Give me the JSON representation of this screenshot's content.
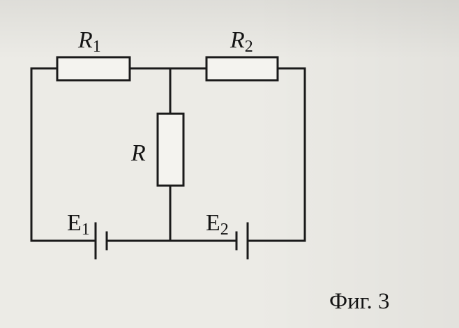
{
  "labels": {
    "r1_main": "R",
    "r1_sub": "1",
    "r2_main": "R",
    "r2_sub": "2",
    "r_main": "R",
    "e1_main": "E",
    "e1_sub": "1",
    "e2_main": "E",
    "e2_sub": "2"
  },
  "caption": "Фиг. 3"
}
